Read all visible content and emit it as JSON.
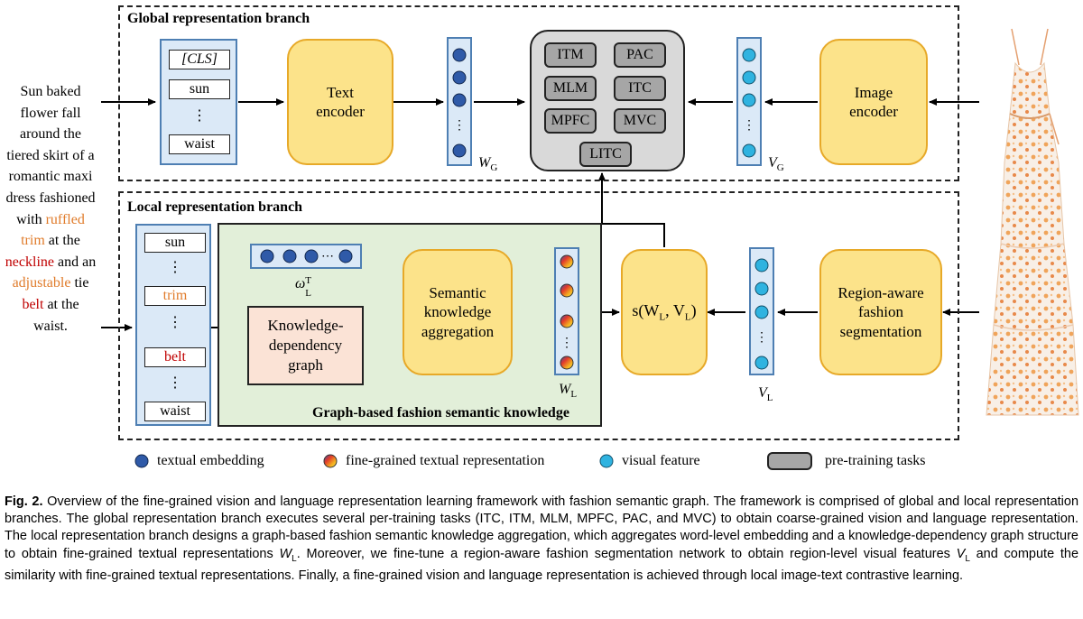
{
  "global_branch": {
    "title": "Global representation branch",
    "tokens": [
      "[CLS]",
      "sun",
      "⋮",
      "waist"
    ],
    "text_encoder": "Text encoder",
    "image_encoder": "Image encoder",
    "wg_label": "W",
    "wg_sub": "G",
    "vg_label": "V",
    "vg_sub": "G",
    "tasks": [
      "ITM",
      "PAC",
      "MLM",
      "ITC",
      "MPFC",
      "MVC",
      "LITC"
    ]
  },
  "local_branch": {
    "title": "Local representation branch",
    "tokens": [
      "sun",
      "⋮",
      "trim",
      "⋮",
      "belt",
      "⋮",
      "waist"
    ],
    "graph_box_title": "Graph-based fashion semantic knowledge",
    "omega_label": "ω",
    "omega_sub": "L",
    "omega_sup": "T",
    "kdg": "Knowledge-dependency graph",
    "aggregation": "Semantic knowledge aggregation",
    "wl_label": "W",
    "wl_sub": "L",
    "similarity": "s(W",
    "similarity_sub1": "L",
    "similarity_mid": ", V",
    "similarity_sub2": "L",
    "similarity_end": ")",
    "segmentation": "Region-aware fashion segmentation",
    "vl_label": "V",
    "vl_sub": "L"
  },
  "input_text": {
    "plain1": "Sun baked flower fall around the tiered skirt of a romantic maxi dress fashioned with",
    "ruffled": "ruffled",
    "trim": "trim",
    "at_the": "at the",
    "neckline": "neckline",
    "and_an": "and an",
    "adjustable": "adjustable",
    "tie": "tie",
    "belt": "belt",
    "end": "at the waist."
  },
  "legend": {
    "textual": "textual embedding",
    "finegrained": "fine-grained textual representation",
    "visual": "visual feature",
    "tasks": "pre-training tasks"
  },
  "caption": {
    "label": "Fig. 2.",
    "text_a": "Overview of the fine-grained vision and language representation learning framework with fashion semantic graph. The framework is comprised of global and local representation branches. The global representation branch executes several per-training tasks (ITC, ITM, MLM, MPFC, PAC, and MVC) to obtain coarse-grained vision and language representation. The local representation branch designs a graph-based fashion semantic knowledge aggregation, which aggregates word-level embedding and a knowledge-dependency graph structure to obtain fine-grained textual representations",
    "w": "W",
    "w_sub": "L",
    "text_b": ". Moreover, we fine-tune a region-aware fashion segmentation network to obtain region-level visual features",
    "v": "V",
    "v_sub": "L",
    "text_c": "and compute the similarity with fine-grained textual representations. Finally, a fine-grained vision and language representation is achieved through local image-text contrastive learning."
  },
  "colors": {
    "textual_dot": "#2f5aa8",
    "visual_dot": "#2fb3e0",
    "module_fill": "#fce38a",
    "module_border": "#e7a928",
    "vector_fill": "#dbe9f7",
    "graph_box_fill": "#e2efd9",
    "kdg_fill": "#fbe3d6",
    "orange_word": "#e07b2a",
    "red_word": "#c00000"
  }
}
